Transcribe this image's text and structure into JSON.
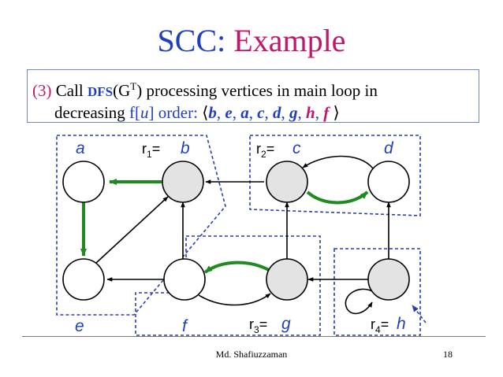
{
  "title": {
    "part1": "SCC:",
    "part2": "Example"
  },
  "step_text": {
    "num": "(3)",
    "call": "Call",
    "dfs": "DFS",
    "paren_open": "(G",
    "sup": "T",
    "rest1": ") processing vertices in main loop in",
    "line2_a": "decreasing",
    "f_label": "f[",
    "u_var": "u",
    "line2_b": "] order:",
    "langle": "⟨",
    "order": [
      "b",
      "e",
      "a",
      "c",
      "d",
      "g",
      "h",
      "f"
    ],
    "rangle": "⟩",
    "sep": ", "
  },
  "vertices": [
    {
      "id": "a",
      "label": "a",
      "shaded": false
    },
    {
      "id": "b",
      "label": "b",
      "shaded": true
    },
    {
      "id": "c",
      "label": "c",
      "shaded": true
    },
    {
      "id": "d",
      "label": "d",
      "shaded": false
    },
    {
      "id": "e",
      "label": "e",
      "shaded": false
    },
    {
      "id": "f",
      "label": "f",
      "shaded": false
    },
    {
      "id": "g",
      "label": "g",
      "shaded": true
    },
    {
      "id": "h",
      "label": "h",
      "shaded": true
    }
  ],
  "root_labels": {
    "r1": {
      "prefix": "r",
      "sub": "1",
      "eq": "="
    },
    "r2": {
      "prefix": "r",
      "sub": "2",
      "eq": "="
    },
    "r3": {
      "prefix": "r",
      "sub": "3",
      "eq": "="
    },
    "r4": {
      "prefix": "r",
      "sub": "4",
      "eq": "="
    }
  },
  "edges": [
    {
      "from": "b",
      "to": "a",
      "tree": true
    },
    {
      "from": "a",
      "to": "e",
      "tree": true
    },
    {
      "from": "e",
      "to": "b",
      "tree": false
    },
    {
      "from": "f",
      "to": "b",
      "tree": false
    },
    {
      "from": "f",
      "to": "e",
      "tree": false
    },
    {
      "from": "c",
      "to": "b",
      "tree": false
    },
    {
      "from": "c",
      "to": "d",
      "tree": true
    },
    {
      "from": "d",
      "to": "c",
      "tree": false
    },
    {
      "from": "g",
      "to": "c",
      "tree": false
    },
    {
      "from": "g",
      "to": "f",
      "tree": true
    },
    {
      "from": "f",
      "to": "g",
      "tree": false
    },
    {
      "from": "h",
      "to": "g",
      "tree": false
    },
    {
      "from": "h",
      "to": "d",
      "tree": false
    },
    {
      "from": "h",
      "to": "h",
      "tree": false
    }
  ],
  "colors": {
    "title_blue": "#1f3fbf",
    "title_pink": "#c0166b",
    "tree_edge": "#1f8a1f",
    "scc_border": "#2a3fb0",
    "vertex_shaded": "#e3e3e3"
  },
  "footer": {
    "author": "Md. Shafiuzzaman",
    "page": "18"
  }
}
